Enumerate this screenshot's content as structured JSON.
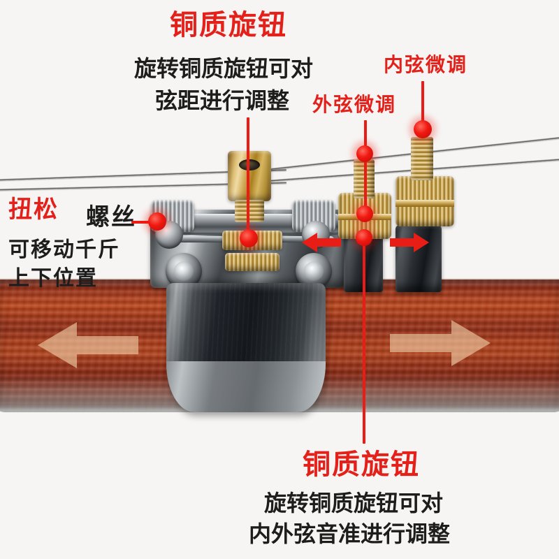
{
  "page": {
    "background_color": "#f6f5f3",
    "accent_red": "#e4201a",
    "text_black": "#1d1d1d",
    "wood_color": "#a83d1c",
    "brass_color": "#cfa855",
    "steel_color": "#8a8f93"
  },
  "annotations": {
    "top_center": {
      "title": "铜质旋钮",
      "line1": "旋转铜质旋钮可对",
      "line2": "弦距进行调整"
    },
    "outer_string_tuner": {
      "label": "外弦微调"
    },
    "inner_string_tuner": {
      "label": "内弦微调"
    },
    "left": {
      "title_red": "扭松",
      "title_black": "螺丝",
      "line1": "可移动千斤",
      "line2": "上下位置"
    },
    "bottom": {
      "title": "铜质旋钮",
      "line1": "旋转铜质旋钮可对",
      "line2": "内外弦音准进行调整"
    }
  },
  "parts": {
    "brass_knob_top": "brass-height-adjust-knob",
    "brass_nut_center": "brass-knurled-nut",
    "outer_tuner": "brass-fine-tuner-outer",
    "inner_tuner": "brass-fine-tuner-inner",
    "left_screw": "silver-knurled-screw-left",
    "right_screw": "silver-knurled-screw-right",
    "clamp": "metal-clamp-band",
    "neck": "rosewood-neck",
    "strings": [
      "inner-string",
      "outer-string"
    ]
  },
  "direction_arrows": {
    "left_arrow": "move-left-arrow",
    "right_arrow": "move-right-arrow",
    "red_left_arrow": "adjust-left-arrow",
    "red_right_arrow": "adjust-right-arrow"
  }
}
